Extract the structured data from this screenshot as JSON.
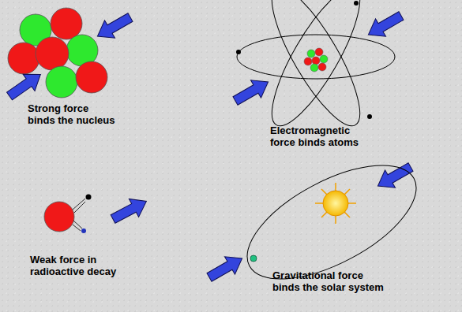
{
  "diagram": {
    "labels": [
      "Strong force binds the nucleus",
      "Electromagnetic force binds atoms",
      "Weak force in radioactive decay",
      "Gravitational force binds the solar system"
    ]
  }
}
